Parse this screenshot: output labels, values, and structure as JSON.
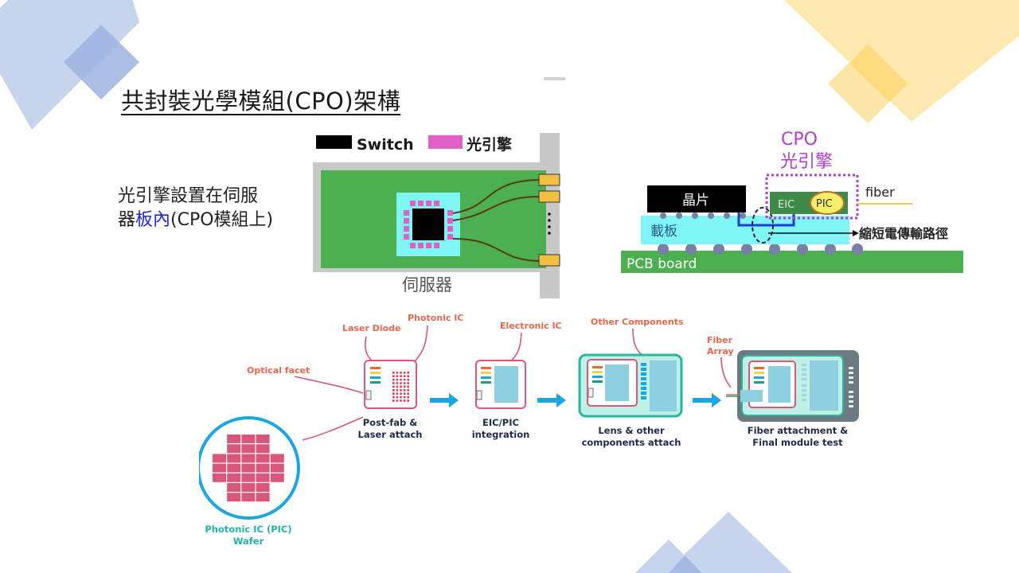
{
  "title": "共封裝光學模組(CPO)架構",
  "left_diagram": {
    "description_line1": "光引擎設置在伺服",
    "description_line2_prefix": "器",
    "description_line2_highlight": "板內",
    "description_line2_suffix": "(CPO模組上)",
    "legend": [
      {
        "label": "Switch",
        "color": "#000000"
      },
      {
        "label": "光引擎",
        "color": "#e060c8"
      }
    ],
    "server_label": "伺服器",
    "colors": {
      "board": "#4caf50",
      "substrate": "#7ff6f6",
      "connector": "#f2c040",
      "frame": "#c8c8c8"
    }
  },
  "right_diagram": {
    "cpo_label": "CPO",
    "engine_label": "光引擎",
    "chip_label": "晶片",
    "substrate_label": "載板",
    "eic_label": "EIC",
    "pic_label": "PIC",
    "fiber_label": "fiber",
    "path_label": "縮短電傳輸路徑",
    "pcb_label": "PCB board"
  },
  "process_flow": {
    "callouts": {
      "laser_diode": "Laser Diode",
      "photonic_ic": "Photonic IC",
      "optical_facet": "Optical facet",
      "electronic_ic": "Electronic IC",
      "other_components": "Other Components",
      "fiber_array_1": "Fiber",
      "fiber_array_2": "Array"
    },
    "steps": [
      {
        "line1": "Post-fab &",
        "line2": "Laser attach"
      },
      {
        "line1": "EIC/PIC",
        "line2": "integration"
      },
      {
        "line1": "Lens & other",
        "line2": "components attach"
      },
      {
        "line1": "Fiber attachment &",
        "line2": "Final module test"
      }
    ],
    "wafer": {
      "line1": "Photonic IC (PIC)",
      "line2": "Wafer"
    },
    "colors": {
      "callout": "#e8674d",
      "arrow": "#1aa7e0",
      "chip_outline": "#d9577a",
      "module": "#2ab5a0",
      "caption": "#1f2b4a"
    }
  }
}
